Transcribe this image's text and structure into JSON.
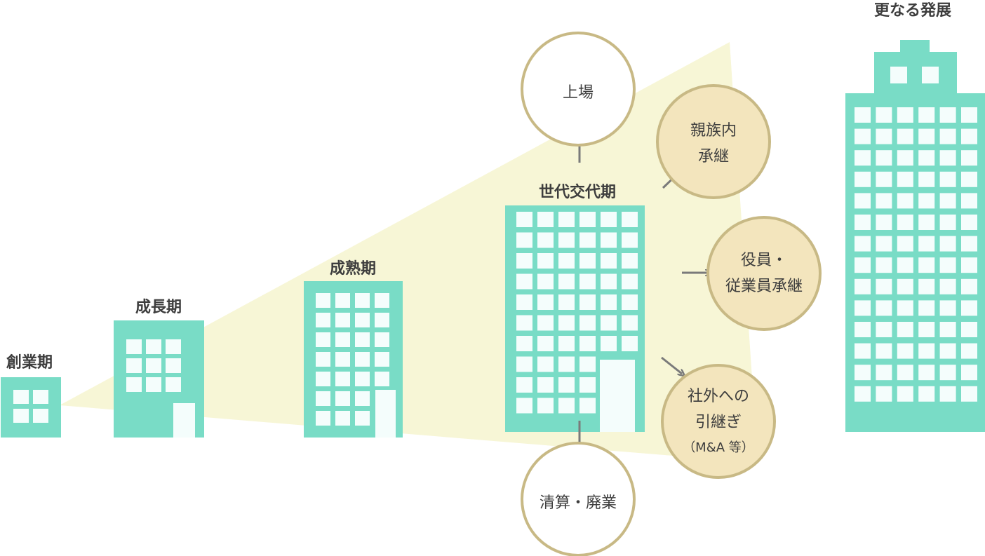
{
  "colors": {
    "building": "#79dcc6",
    "window": "#f4fdfc",
    "door": "#f4fdfc",
    "wedge": "#f7f6d6",
    "circle_stroke": "#c8b985",
    "option_fill": "#f3e5bd",
    "plain_fill": "#ffffff",
    "arrow": "#7a7a7a",
    "text": "#3d3d3d"
  },
  "stages": {
    "founding": "創業期",
    "growth": "成長期",
    "maturity": "成熟期",
    "succession": "世代交代期",
    "further": "更なる発展"
  },
  "options": {
    "ipo": "上場",
    "family": [
      "親族内",
      "承継"
    ],
    "employee": [
      "役員・",
      "従業員承継"
    ],
    "external": [
      "社外への",
      "引継ぎ",
      "（M&A 等）"
    ],
    "liquidation": "清算・廃業"
  }
}
